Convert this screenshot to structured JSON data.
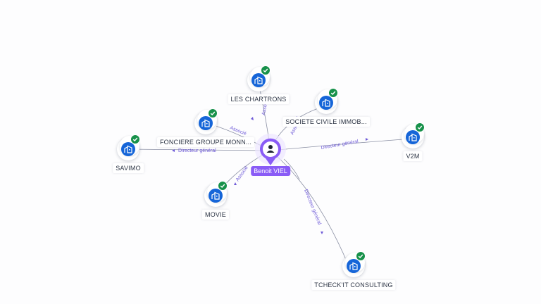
{
  "person": {
    "name": "Benoit VIEL"
  },
  "companies": [
    {
      "id": "les-chartrons",
      "label": "LES CHARTRONS"
    },
    {
      "id": "societe-civile",
      "label": "SOCIETE CIVILE IMMOB..."
    },
    {
      "id": "fonciere",
      "label": "FONCIERE GROUPE MONN..."
    },
    {
      "id": "savimo",
      "label": "SAVIMO"
    },
    {
      "id": "v2m",
      "label": "V2M"
    },
    {
      "id": "movie",
      "label": "MOVIE"
    },
    {
      "id": "tcheckit",
      "label": "TCHECK'IT CONSULTING"
    }
  ],
  "edges": {
    "les_chartrons": "Associé",
    "societe_civile": "Associé",
    "fonciere": "Associé",
    "savimo": "Directeur général",
    "v2m": "Directeur général",
    "movie": "Associé",
    "tcheckit": "Directeur général"
  },
  "colors": {
    "accent": "#8a5cf6",
    "company": "#1565d8",
    "verified": "#17914a",
    "edge": "#8a8fa3",
    "edge_label": "#6f5bd8"
  },
  "icons": {
    "company": "building-icon",
    "verified": "check-icon",
    "person": "user-icon"
  }
}
